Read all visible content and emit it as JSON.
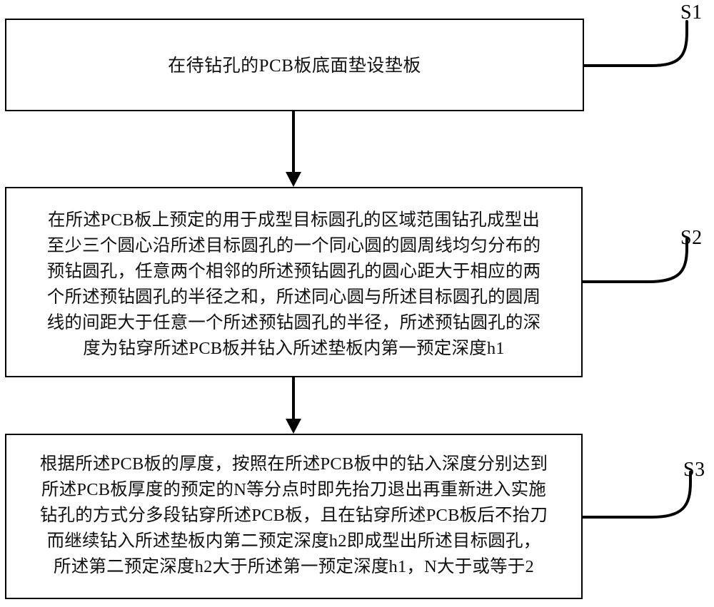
{
  "diagram": {
    "title": "PCB drilling process flowchart",
    "background_color": "#ffffff",
    "line_color": "#000000",
    "text_color": "#111111",
    "steps": [
      {
        "id": "S1",
        "label": "S1",
        "lines": [
          "在待钻孔的PCB板底面垫设垫板"
        ]
      },
      {
        "id": "S2",
        "label": "S2",
        "lines": [
          "在所述PCB板上预定的用于成型目标圆孔的区域范围钻孔成型出",
          "至少三个圆心沿所述目标圆孔的一个同心圆的圆周线均匀分布的",
          "预钻圆孔，任意两个相邻的所述预钻圆孔的圆心距大于相应的两",
          "个所述预钻圆孔的半径之和，所述同心圆与所述目标圆孔的圆周",
          "线的间距大于任意一个所述预钻圆孔的半径，所述预钻圆孔的深",
          "度为钻穿所述PCB板并钻入所述垫板内第一预定深度h1"
        ]
      },
      {
        "id": "S3",
        "label": "S3",
        "lines": [
          "根据所述PCB板的厚度，按照在所述PCB板中的钻入深度分别达到",
          "所述PCB板厚度的预定的N等分点时即先抬刀退出再重新进入实施",
          "钻孔的方式分多段钻穿所述PCB板，且在钻穿所述PCB板后不抬刀",
          "而继续钻入所述垫板内第二预定深度h2即成型出所述目标圆孔，",
          "所述第二预定深度h2大于所述第一预定深度h1，N大于或等于2"
        ]
      }
    ],
    "connectors": [
      {
        "name": "arrow-s1-to-s2"
      },
      {
        "name": "arrow-s2-to-s3"
      }
    ]
  }
}
